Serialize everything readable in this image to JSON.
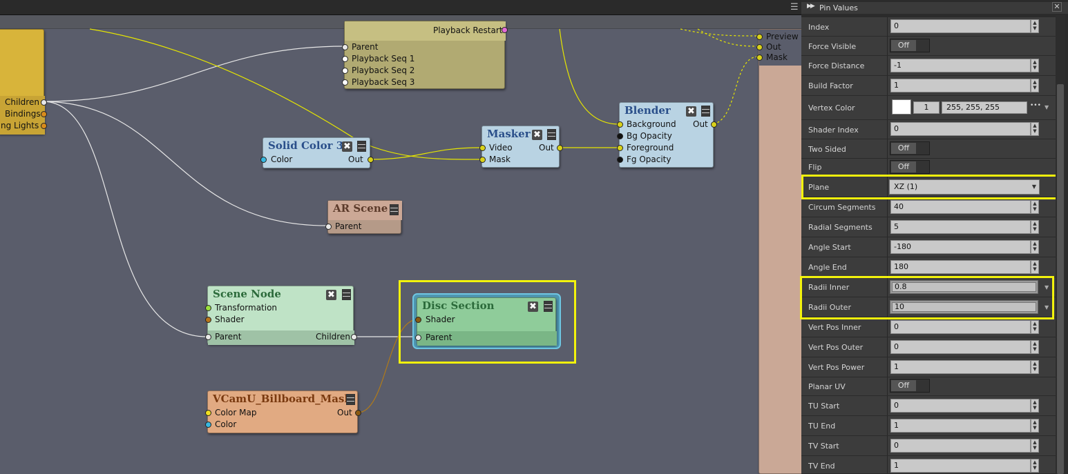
{
  "graph": {
    "menu_icon": "hamburger-icon",
    "scene_partial": {
      "pins": [
        "Children",
        "Bindings",
        "ng Lights"
      ]
    },
    "playback": {
      "title_partial": "Playback Restart",
      "pins": [
        "Parent",
        "Playback Seq 1",
        "Playback Seq 2",
        "Playback Seq 3"
      ]
    },
    "composite_partial": {
      "pins": [
        "Preview",
        "Out",
        "Mask"
      ]
    },
    "solid_color": {
      "title": "Solid Color 3",
      "in": "Color",
      "out": "Out"
    },
    "masker": {
      "title": "Masker",
      "in1": "Video",
      "in2": "Mask",
      "out": "Out"
    },
    "blender": {
      "title": "Blender",
      "in1": "Background",
      "in2": "Bg Opacity",
      "in3": "Foreground",
      "in4": "Fg Opacity",
      "out": "Out"
    },
    "ar_scene": {
      "title": "AR Scene",
      "in": "Parent"
    },
    "scene_node": {
      "title": "Scene Node",
      "in1": "Transformation",
      "in2": "Shader",
      "in3": "Parent",
      "out": "Children"
    },
    "disc_section": {
      "title": "Disc Section",
      "in1": "Shader",
      "in2": "Parent"
    },
    "billboard": {
      "title": "VCamU_Billboard_Mask",
      "in1": "Color Map",
      "in2": "Color",
      "out": "Out"
    },
    "colors": {
      "accent_highlight": "#f3f30c",
      "canvas": "#5a5d6b"
    }
  },
  "panel": {
    "title": "Pin Values",
    "icons": {
      "header": "double-arrow-icon",
      "close": "close-icon"
    },
    "rows": {
      "index": {
        "label": "Index",
        "value": "0"
      },
      "force_visible": {
        "label": "Force Visible",
        "value": "Off"
      },
      "force_distance": {
        "label": "Force Distance",
        "value": "-1"
      },
      "build_factor": {
        "label": "Build Factor",
        "value": "1"
      },
      "vertex_color": {
        "label": "Vertex Color",
        "alpha": "1",
        "rgb": "255, 255, 255",
        "more": "•••"
      },
      "shader_index": {
        "label": "Shader Index",
        "value": "0"
      },
      "two_sided": {
        "label": "Two Sided",
        "value": "Off"
      },
      "flip": {
        "label": "Flip",
        "value": "Off"
      },
      "plane": {
        "label": "Plane",
        "value": "XZ (1)"
      },
      "circum_segments": {
        "label": "Circum Segments",
        "value": "40"
      },
      "radial_segments": {
        "label": "Radial Segments",
        "value": "5"
      },
      "angle_start": {
        "label": "Angle Start",
        "value": "-180"
      },
      "angle_end": {
        "label": "Angle End",
        "value": "180"
      },
      "radii_inner": {
        "label": "Radii Inner",
        "value": "0.8"
      },
      "radii_outer": {
        "label": "Radii Outer",
        "value": "10"
      },
      "vert_pos_inner": {
        "label": "Vert Pos Inner",
        "value": "0"
      },
      "vert_pos_outer": {
        "label": "Vert Pos Outer",
        "value": "0"
      },
      "vert_pos_power": {
        "label": "Vert Pos Power",
        "value": "1"
      },
      "planar_uv": {
        "label": "Planar UV",
        "value": "Off"
      },
      "tu_start": {
        "label": "TU Start",
        "value": "0"
      },
      "tu_end": {
        "label": "TU End",
        "value": "1"
      },
      "tv_start": {
        "label": "TV Start",
        "value": "0"
      },
      "tv_end": {
        "label": "TV End",
        "value": "1"
      }
    }
  }
}
